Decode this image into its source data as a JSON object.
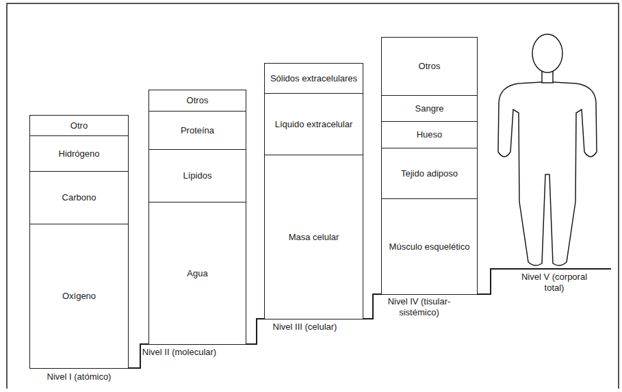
{
  "diagram": {
    "nodes": [
      {
        "text": [
          "Otro"
        ]
      },
      {
        "text": [
          "Hidrógeno"
        ]
      },
      {
        "text": [
          "Carbono"
        ]
      },
      {
        "text": [
          "Oxígeno"
        ]
      },
      {
        "text": [
          "Otros"
        ]
      },
      {
        "text": [
          "Proteína"
        ]
      },
      {
        "text": [
          "Lípidos"
        ]
      },
      {
        "text": [
          "Agua"
        ]
      },
      {
        "text": [
          "Sólidos extracelulares"
        ]
      },
      {
        "text": [
          "Líquido extracelular"
        ]
      },
      {
        "text": [
          "Masa celular"
        ]
      },
      {
        "text": [
          "Otros"
        ]
      },
      {
        "text": [
          "Sangre"
        ]
      },
      {
        "text": [
          "Hueso"
        ]
      },
      {
        "text": [
          "Tejido adiposo"
        ]
      },
      {
        "text": [
          "Músculo esquelético"
        ]
      }
    ],
    "labels": [
      "Nivel I (atómico)",
      "Nivel II (molecular)",
      "Nivel III (celular)",
      "Nivel IV (tisular-sistémico)",
      "Nivel V (corporal total)"
    ]
  }
}
